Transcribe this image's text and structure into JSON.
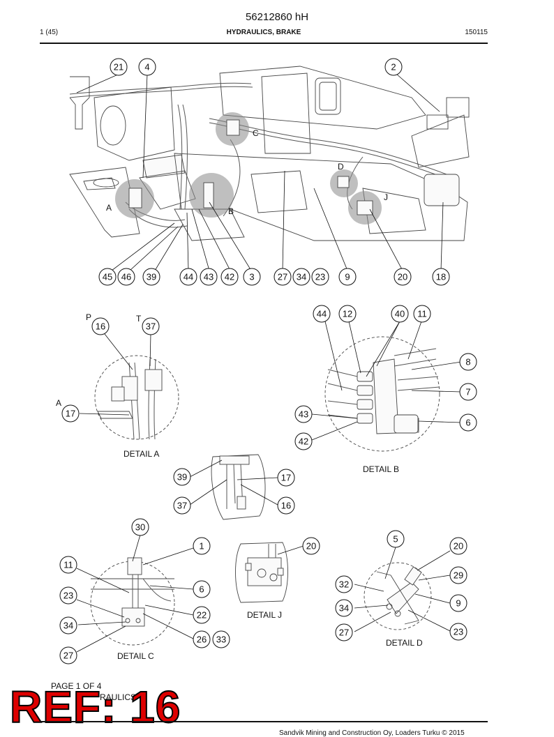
{
  "header": {
    "doc_number": "56212860 hH",
    "page": "1 (45)",
    "section": "HYDRAULICS, BRAKE",
    "date": "150115"
  },
  "callouts": {
    "main": [
      "21",
      "4",
      "2",
      "45",
      "46",
      "39",
      "44",
      "43",
      "42",
      "3",
      "27",
      "34",
      "23",
      "9",
      "20",
      "18"
    ],
    "detail_a": [
      "16",
      "37",
      "17"
    ],
    "detail_b": [
      "44",
      "12",
      "40",
      "11",
      "8",
      "7",
      "6",
      "43",
      "42"
    ],
    "detail_bottom": [
      "39",
      "17",
      "37",
      "16"
    ],
    "detail_c": [
      "30",
      "1",
      "11",
      "6",
      "23",
      "22",
      "34",
      "26",
      "33",
      "27"
    ],
    "detail_j": [
      "20"
    ],
    "detail_d": [
      "5",
      "20",
      "29",
      "32",
      "9",
      "34",
      "27",
      "23"
    ]
  },
  "letters": {
    "a": "A",
    "b": "B",
    "c": "C",
    "d": "D",
    "j": "J",
    "p": "P",
    "t": "T"
  },
  "captions": {
    "detail_a": "DETAIL A",
    "detail_b": "DETAIL B",
    "detail_c": "DETAIL C",
    "detail_j": "DETAIL J",
    "detail_d": "DETAIL D"
  },
  "footer": {
    "page_of": "PAGE 1 OF 4",
    "section_partial": "RAULICS",
    "ref_stamp": "REF: 16",
    "copyright": "Sandvik Mining and Construction Oy, Loaders Turku © 2015"
  }
}
